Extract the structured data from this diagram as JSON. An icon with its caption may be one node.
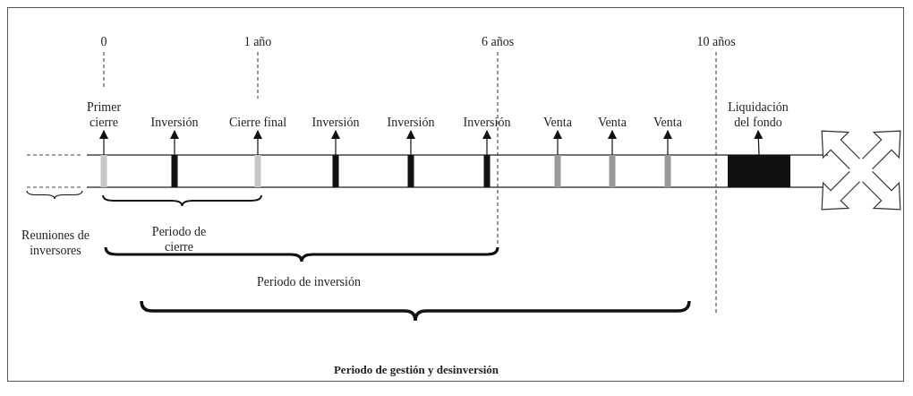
{
  "diagram": {
    "nodes": [
      {
        "text": [
          "Primer cierre"
        ]
      },
      {
        "text": [],
        "shape": "bar"
      },
      {
        "text": [
          "Inversión"
        ]
      },
      {
        "text": [],
        "shape": "bar"
      },
      {
        "text": [
          "Cierre final"
        ]
      },
      {
        "text": [],
        "shape": "bar"
      },
      {
        "text": [
          "Inversión"
        ]
      },
      {
        "text": [],
        "shape": "bar"
      },
      {
        "text": [
          "Inversión"
        ]
      },
      {
        "text": [],
        "shape": "bar"
      },
      {
        "text": [
          "Inversión"
        ]
      },
      {
        "text": [],
        "shape": "bar"
      },
      {
        "text": [
          "Venta"
        ]
      },
      {
        "text": [],
        "shape": "bar"
      },
      {
        "text": [
          "Venta"
        ]
      },
      {
        "text": [],
        "shape": "bar"
      },
      {
        "text": [
          "Venta"
        ]
      },
      {
        "text": [],
        "shape": "bar"
      },
      {
        "text": [
          "Liquidación del fondo"
        ]
      },
      {
        "text": [],
        "shape": "box"
      }
    ],
    "edges": [
      {
        "from": 1,
        "to": 0,
        "arrow": "to"
      },
      {
        "from": 3,
        "to": 2,
        "arrow": "to"
      },
      {
        "from": 5,
        "to": 4,
        "arrow": "to"
      },
      {
        "from": 7,
        "to": 6,
        "arrow": "to"
      },
      {
        "from": 9,
        "to": 8,
        "arrow": "to"
      },
      {
        "from": 11,
        "to": 10,
        "arrow": "to"
      },
      {
        "from": 13,
        "to": 12,
        "arrow": "to"
      },
      {
        "from": 15,
        "to": 14,
        "arrow": "to"
      },
      {
        "from": 17,
        "to": 16,
        "arrow": "to"
      },
      {
        "from": 19,
        "to": 18,
        "arrow": "to"
      }
    ],
    "labels": [
      "0",
      "1 año",
      "6 años",
      "10 años",
      "Reuniones de inversores",
      "Periodo de cierre",
      "Periodo de inversión",
      "Periodo de gestión y desinversión"
    ]
  }
}
